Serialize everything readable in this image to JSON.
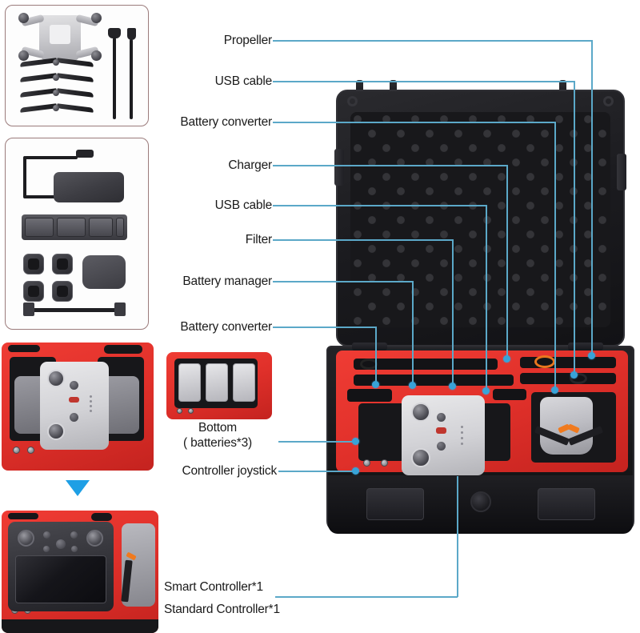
{
  "diagram": {
    "title": "Drone hard case contents callout diagram",
    "accent_line_color": "#5ba8c8",
    "dot_color": "#38a3d8",
    "panel_border_color": "#9b7b7b",
    "foam_color": "#e0302a",
    "arrow_color": "#1e9fe5"
  },
  "callouts": [
    {
      "id": "propeller",
      "label": "Propeller"
    },
    {
      "id": "usb-cable-top",
      "label": "USB cable"
    },
    {
      "id": "battery-converter-1",
      "label": "Battery converter"
    },
    {
      "id": "charger",
      "label": "Charger"
    },
    {
      "id": "usb-cable-2",
      "label": "USB cable"
    },
    {
      "id": "filter",
      "label": "Filter"
    },
    {
      "id": "battery-manager",
      "label": "Battery manager"
    },
    {
      "id": "battery-converter-2",
      "label": "Battery converter"
    },
    {
      "id": "bottom-batteries",
      "label_line1": "Bottom",
      "label_line2": "( batteries*3)"
    },
    {
      "id": "controller-joystick",
      "label": "Controller joystick"
    }
  ],
  "footer_notes": [
    {
      "id": "smart-controller",
      "label": "Smart Controller*1"
    },
    {
      "id": "standard-controller",
      "label": "Standard Controller*1"
    }
  ],
  "panels": [
    {
      "id": "panel-drone-props",
      "name": "Drone body, propellers and cables"
    },
    {
      "id": "panel-charger",
      "name": "Charger, battery manager, filters, battery converter"
    },
    {
      "id": "panel-standard-ctrl",
      "name": "Standard controller in red foam insert"
    },
    {
      "id": "panel-smart-ctrl",
      "name": "Smart controller in red foam insert"
    },
    {
      "id": "panel-batteries",
      "name": "Bottom layer with three batteries"
    }
  ],
  "main_case": {
    "id": "hard-case",
    "name": "Waterproof hard case with red foam insert, open lid"
  }
}
